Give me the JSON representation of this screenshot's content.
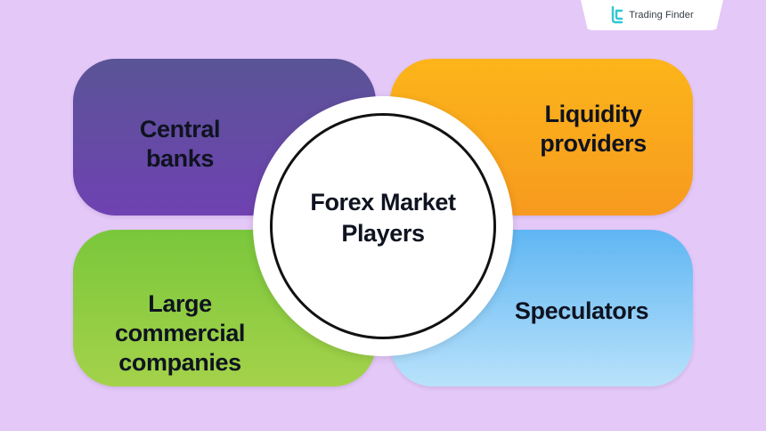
{
  "brand": {
    "name": "Trading Finder",
    "logo_icon": "trading-finder-logo-icon",
    "logo_color": "#2fc7d6"
  },
  "hub": {
    "label": "Forex Market\nPlayers"
  },
  "cards": [
    {
      "label": "Central banks",
      "color_start": "#5a5496",
      "color_end": "#6f42b2"
    },
    {
      "label": "Liquidity\nproviders",
      "color_start": "#fcb51a",
      "color_end": "#f79a1f"
    },
    {
      "label": "Large commercial\ncompanies",
      "color_start": "#7ac73c",
      "color_end": "#a4d24a"
    },
    {
      "label": "Speculators",
      "color_start": "#5fb6f3",
      "color_end": "#b9e2fb"
    }
  ],
  "background_color": "#e4c8f8"
}
